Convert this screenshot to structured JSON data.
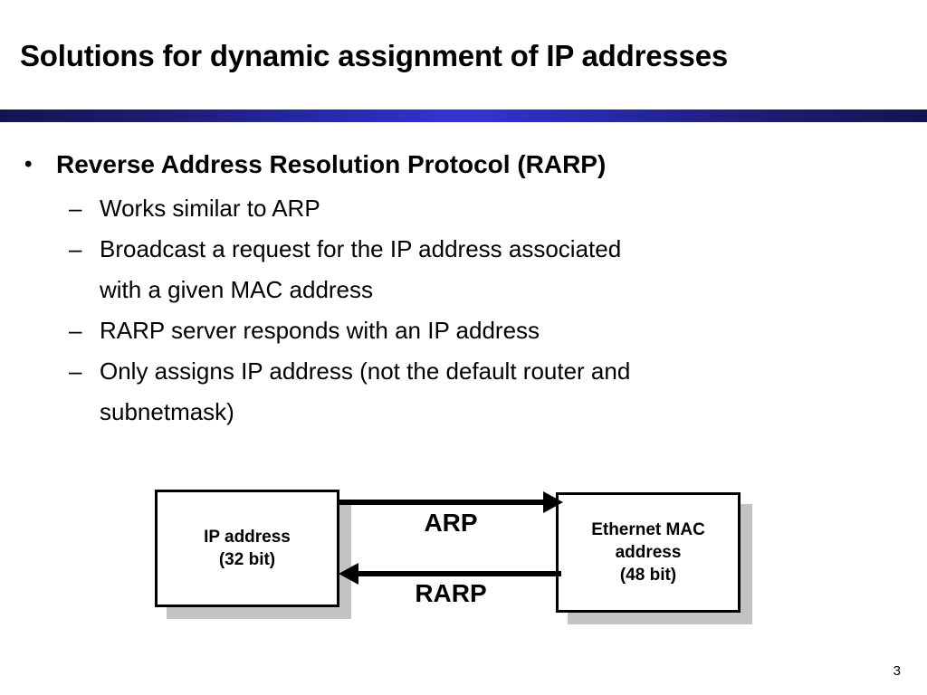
{
  "slide": {
    "title": "Solutions for dynamic assignment of IP addresses",
    "page_number": "3",
    "accent_color": "#2a2ab4",
    "rule_dark_color": "#14144f",
    "shadow_color": "#c3c3c3"
  },
  "content": {
    "bullet_marker": "•",
    "dash_marker": "–",
    "level1": "Reverse Address Resolution Protocol (RARP)",
    "level2": [
      {
        "line1": "Works similar to ARP",
        "line2": ""
      },
      {
        "line1": "Broadcast a request for the IP address associated",
        "line2": "with a given MAC address"
      },
      {
        "line1": "RARP server responds with an IP address",
        "line2": ""
      },
      {
        "line1": "Only assigns IP address (not the default router and",
        "line2": "subnetmask)"
      }
    ]
  },
  "diagram": {
    "left_node": {
      "line1": "IP address",
      "line2": "(32 bit)"
    },
    "right_node": {
      "line1": "Ethernet MAC",
      "line2": "address",
      "line3": "(48 bit)"
    },
    "top_edge_label": "ARP",
    "bottom_edge_label": "RARP"
  }
}
